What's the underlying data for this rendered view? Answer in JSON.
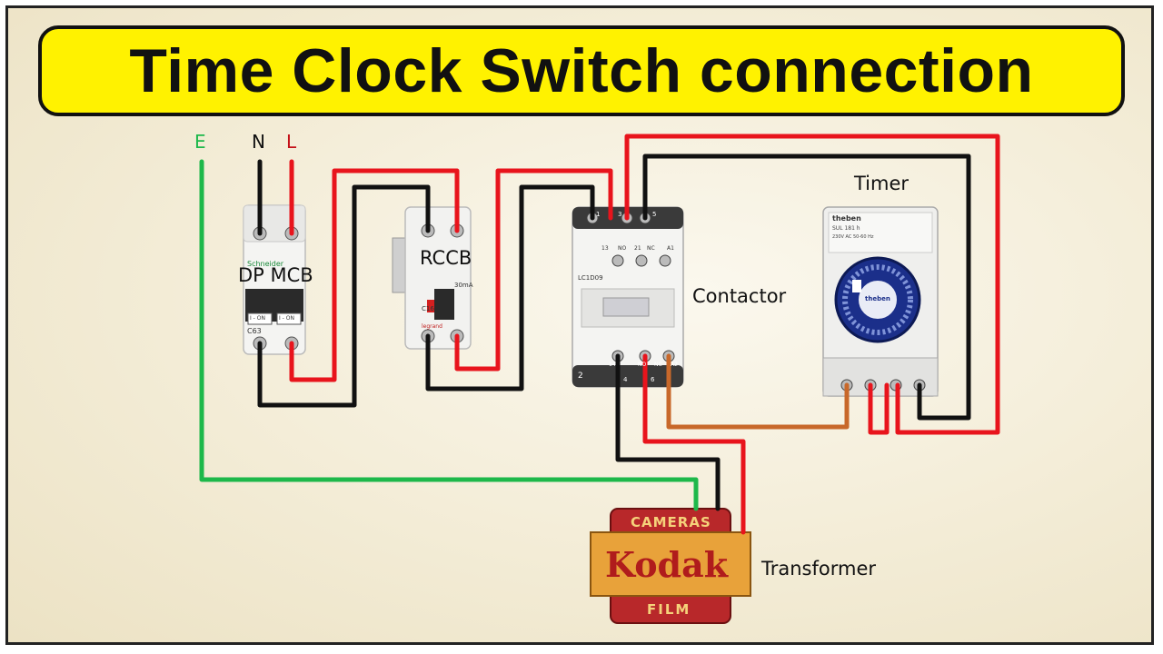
{
  "title": "Time Clock Switch connection",
  "terminals": {
    "earth": "E",
    "neutral": "N",
    "live": "L"
  },
  "components": {
    "mcb": {
      "label": "DP MCB",
      "brand": "Schneider",
      "rating": "C63",
      "toggle_left": "I - ON",
      "toggle_right": "I - ON"
    },
    "rccb": {
      "label": "RCCB",
      "rating": "C16",
      "sensitivity": "30mA",
      "brand": "legrand"
    },
    "contactor": {
      "label": "Contactor",
      "model": "LC1D09",
      "top_terminals": [
        "13",
        "NO",
        "21",
        "NC",
        "A1"
      ],
      "bottom_terminals": [
        "14",
        "NO",
        "NC",
        "A2"
      ],
      "side_mark": "2",
      "top_pins": [
        "1",
        "3",
        "5"
      ],
      "bottom_pins": [
        "4",
        "6"
      ]
    },
    "timer": {
      "label": "Timer",
      "brand": "theben",
      "model": "SUL 181 h",
      "spec": "230V AC 50-60 Hz",
      "dial_brand": "theben"
    },
    "transformer": {
      "label": "Transformer",
      "top_text": "CAMERAS",
      "main_text": "Kodak",
      "bottom_text": "FILM"
    }
  },
  "colors": {
    "title_bg": "#fff200",
    "live": "#e8141c",
    "neutral": "#111111",
    "earth": "#1db84a",
    "control": "#c8682a"
  }
}
